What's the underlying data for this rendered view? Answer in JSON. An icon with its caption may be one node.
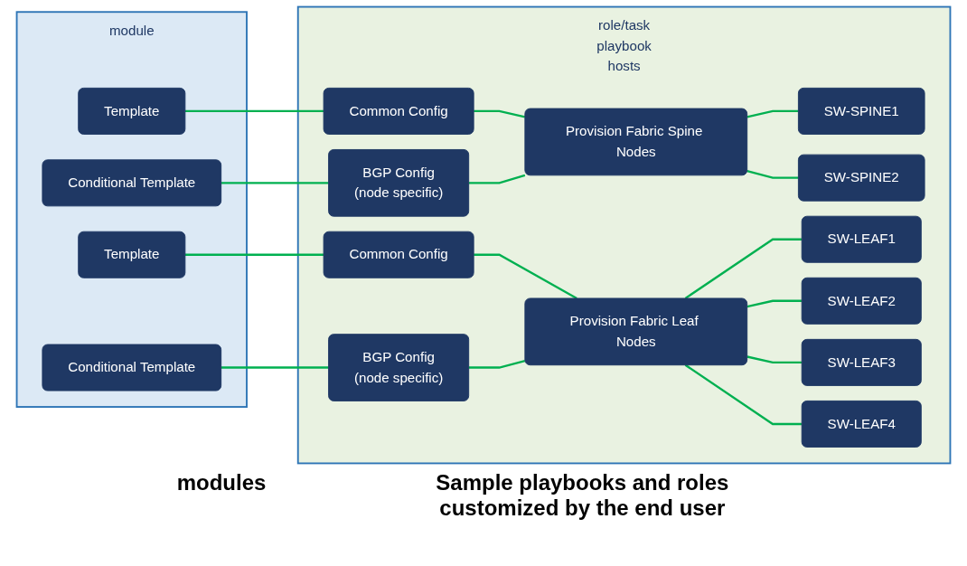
{
  "diagram": {
    "nodes": [
      {
        "text": [
          "module"
        ]
      },
      {
        "text": [
          "Template"
        ],
        "in": 0
      },
      {
        "text": [
          "Conditional Template"
        ],
        "in": 0
      },
      {
        "text": [
          "Template"
        ],
        "in": 0
      },
      {
        "text": [
          "Conditional Template"
        ],
        "in": 0
      },
      {
        "text": [
          "role/task",
          "playbook",
          "hosts"
        ]
      },
      {
        "text": [
          "Common Config"
        ],
        "in": 5
      },
      {
        "text": [
          "BGP Config",
          "(node specific)"
        ],
        "in": 5
      },
      {
        "text": [
          "Common Config"
        ],
        "in": 5
      },
      {
        "text": [
          "BGP Config",
          "(node specific)"
        ],
        "in": 5
      },
      {
        "text": [
          "Provision Fabric Spine Nodes"
        ],
        "in": 5
      },
      {
        "text": [
          "Provision Fabric Leaf Nodes"
        ],
        "in": 5
      },
      {
        "text": [
          "SW-SPINE1"
        ],
        "in": 5
      },
      {
        "text": [
          "SW-SPINE2"
        ],
        "in": 5
      },
      {
        "text": [
          "SW-LEAF1"
        ],
        "in": 5
      },
      {
        "text": [
          "SW-LEAF2"
        ],
        "in": 5
      },
      {
        "text": [
          "SW-LEAF3"
        ],
        "in": 5
      },
      {
        "text": [
          "SW-LEAF4"
        ],
        "in": 5
      }
    ],
    "edges": [
      {
        "from": 1,
        "to": 6,
        "arrow": "none"
      },
      {
        "from": 2,
        "to": 7,
        "arrow": "none"
      },
      {
        "from": 3,
        "to": 8,
        "arrow": "none"
      },
      {
        "from": 4,
        "to": 9,
        "arrow": "none"
      },
      {
        "from": 6,
        "to": 10,
        "arrow": "none"
      },
      {
        "from": 7,
        "to": 10,
        "arrow": "none"
      },
      {
        "from": 8,
        "to": 11,
        "arrow": "none"
      },
      {
        "from": 9,
        "to": 11,
        "arrow": "none"
      },
      {
        "from": 10,
        "to": 12,
        "arrow": "none"
      },
      {
        "from": 10,
        "to": 13,
        "arrow": "none"
      },
      {
        "from": 11,
        "to": 14,
        "arrow": "none"
      },
      {
        "from": 11,
        "to": 15,
        "arrow": "none"
      },
      {
        "from": 11,
        "to": 16,
        "arrow": "none"
      },
      {
        "from": 11,
        "to": 17,
        "arrow": "none"
      }
    ],
    "labels": [
      "modules",
      "Sample playbooks and roles customized by the end user"
    ]
  }
}
